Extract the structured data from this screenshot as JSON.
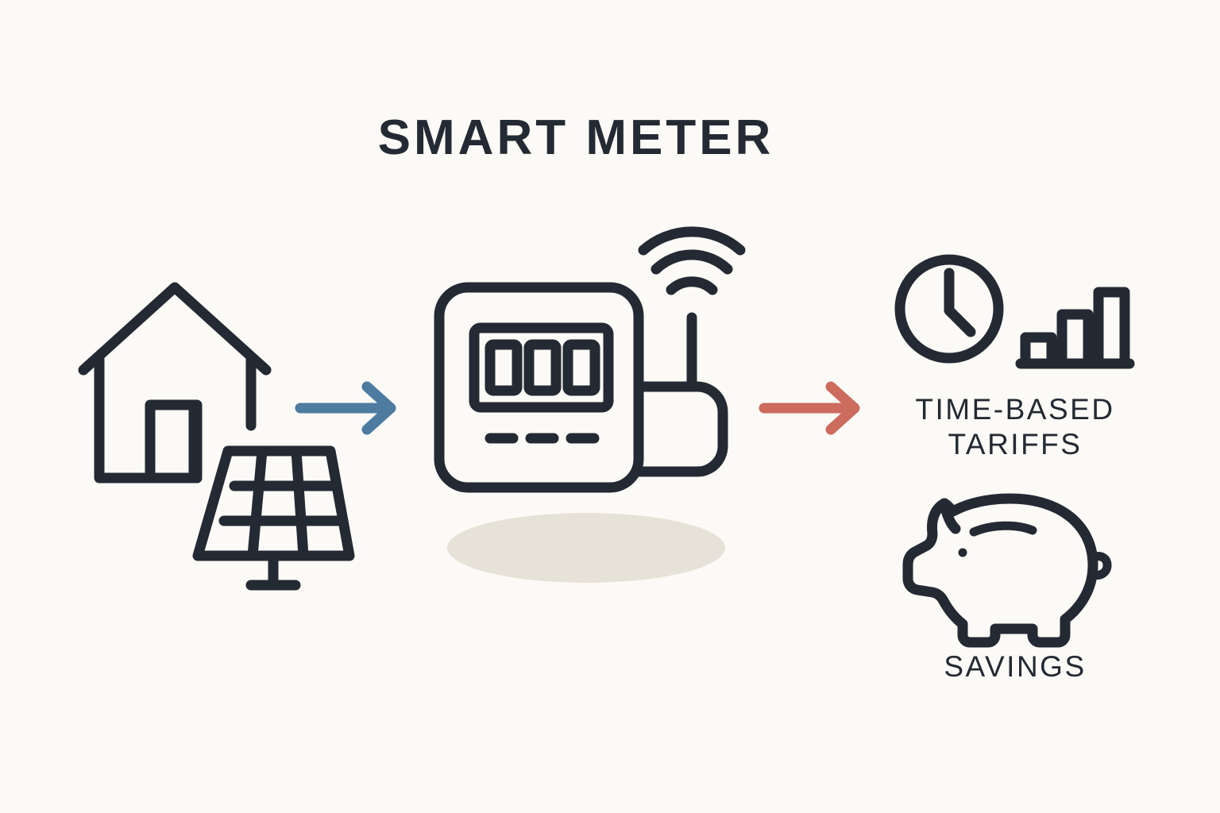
{
  "page": {
    "title": "SMART METER",
    "background_color": "#fbfaf6",
    "stroke_color": "#242a33",
    "shadow_color": "#e6e2d8"
  },
  "flow": {
    "steps": [
      {
        "id": "source",
        "name": "home-with-solar",
        "icons": [
          "house-icon",
          "solar-panel-icon"
        ]
      },
      {
        "id": "device",
        "name": "smart-meter-device",
        "icons": [
          "meter-icon",
          "wifi-signal-icon",
          "meter-display-icon"
        ],
        "display_digits": 3,
        "display_dashes": 3
      },
      {
        "id": "outcomes",
        "name": "outcomes-column",
        "icons": [
          "clock-icon",
          "bar-chart-icon",
          "piggy-bank-icon"
        ]
      }
    ],
    "arrows": [
      {
        "name": "arrow-home-to-meter",
        "color": "#4e7ba0",
        "direction": "right"
      },
      {
        "name": "arrow-meter-to-outcomes",
        "color": "#cc6b5e",
        "direction": "right"
      }
    ]
  },
  "outcomes": {
    "tariffs_label": "TIME-BASED TARIFFS",
    "tariffs_line_1": "TIME-BASED",
    "tariffs_line_2": "TARIFFS",
    "savings_label": "SAVINGS",
    "bar_chart": {
      "bars": 3,
      "heights": [
        "short",
        "medium",
        "tall"
      ]
    },
    "clock": {
      "minute_hand": "12",
      "hour_hand": "4"
    }
  }
}
